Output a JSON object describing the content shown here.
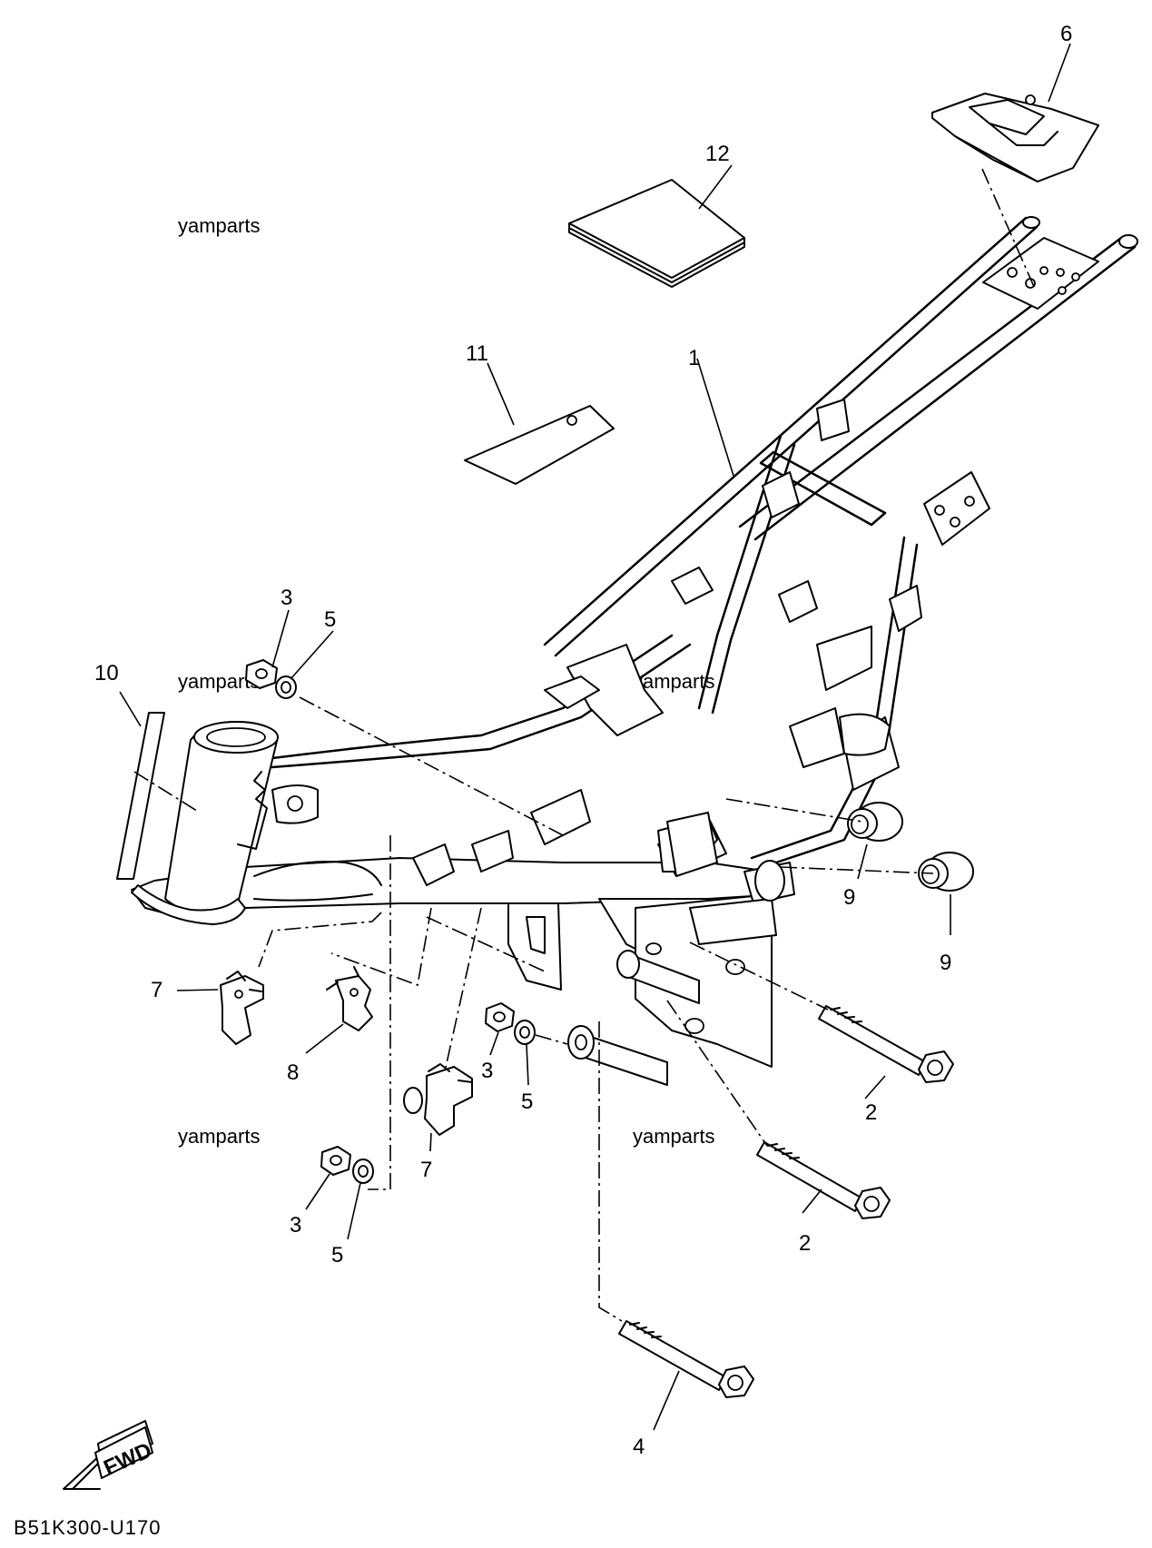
{
  "diagram": {
    "code": "B51K300-U170",
    "fwd_label": "FWD",
    "watermark": "yamparts",
    "callouts": [
      {
        "id": "c1",
        "text": "1"
      },
      {
        "id": "c2a",
        "text": "2"
      },
      {
        "id": "c2b",
        "text": "2"
      },
      {
        "id": "c3a",
        "text": "3"
      },
      {
        "id": "c3b",
        "text": "3"
      },
      {
        "id": "c3c",
        "text": "3"
      },
      {
        "id": "c4",
        "text": "4"
      },
      {
        "id": "c5a",
        "text": "5"
      },
      {
        "id": "c5b",
        "text": "5"
      },
      {
        "id": "c5c",
        "text": "5"
      },
      {
        "id": "c6",
        "text": "6"
      },
      {
        "id": "c7a",
        "text": "7"
      },
      {
        "id": "c7b",
        "text": "7"
      },
      {
        "id": "c8",
        "text": "8"
      },
      {
        "id": "c9a",
        "text": "9"
      },
      {
        "id": "c9b",
        "text": "9"
      },
      {
        "id": "c10",
        "text": "10"
      },
      {
        "id": "c11",
        "text": "11"
      },
      {
        "id": "c12",
        "text": "12"
      }
    ]
  }
}
